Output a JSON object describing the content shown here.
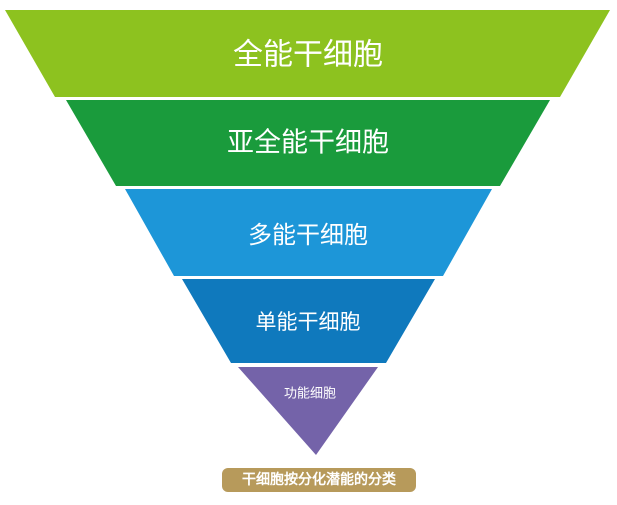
{
  "diagram": {
    "tiers": [
      {
        "label": "全能干细胞",
        "color": "#8dc21f"
      },
      {
        "label": "亚全能干细胞",
        "color": "#1a9b3c"
      },
      {
        "label": "多能干细胞",
        "color": "#1d96d8"
      },
      {
        "label": "单能干细胞",
        "color": "#0f79bd"
      },
      {
        "label": "功能细胞",
        "color": "#7463a9"
      }
    ],
    "caption": "干细胞按分化潜能的分类",
    "caption_color": "#b79a5b"
  }
}
